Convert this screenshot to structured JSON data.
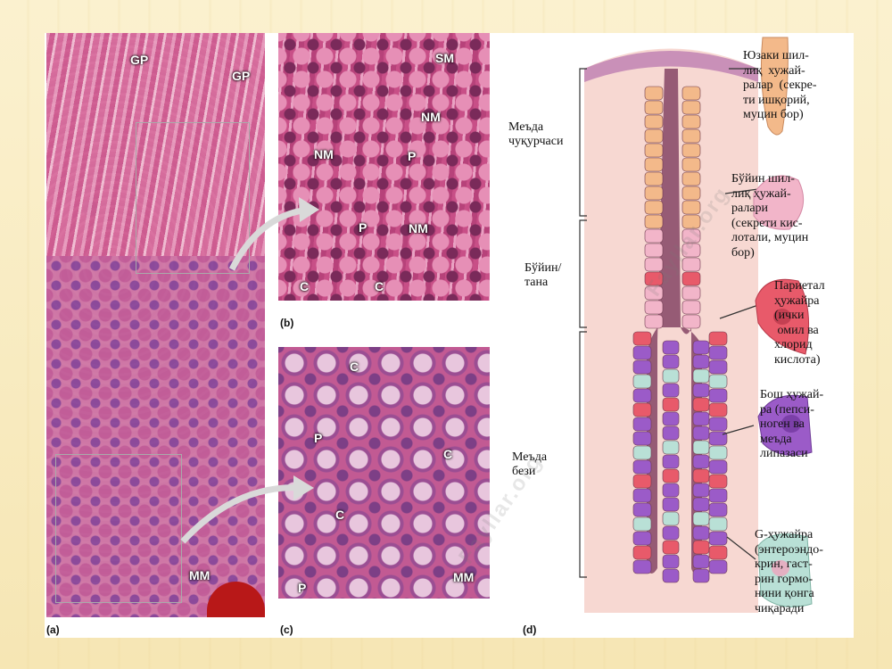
{
  "panels": {
    "a": {
      "caption": "(a)",
      "labels": [
        "GP",
        "GP",
        "MM"
      ]
    },
    "b": {
      "caption": "(b)",
      "labels": [
        "SM",
        "NM",
        "NM",
        "P",
        "P",
        "NM",
        "C",
        "C"
      ]
    },
    "c": {
      "caption": "(c)",
      "labels": [
        "C",
        "P",
        "C",
        "C",
        "MM",
        "P"
      ]
    },
    "d": {
      "caption": "(d)",
      "regions": {
        "pit": "Меъда\nчуқурчаси",
        "neck": "Бўйин/\nтана",
        "gland": "Меъда\nбези"
      },
      "cells": [
        {
          "name": "surface-mucous-cell",
          "text": "Юзаки шил-\nлиқ  хужай-\nралар  (секре-\nти ишқорий,\nмуцин бор)",
          "color": "#f3b98a"
        },
        {
          "name": "mucous-neck-cell",
          "text": "Бўйин шил-\nлиқ ҳужай-\nралари\n(секрети кис-\nлотали, муцин\nбор)",
          "color": "#f2b5c9"
        },
        {
          "name": "parietal-cell",
          "text": "Париетал\nҳужайра\n(ички\n омил ва\nхлорид\nкислота)",
          "color": "#e85a6a"
        },
        {
          "name": "chief-cell",
          "text": "Бош ҳужай-\nра (пепси-\nноген ва\nмеъда\nлипазаси",
          "color": "#9b5bc8"
        },
        {
          "name": "g-cell",
          "text": "G-ҳужайра\n(энтероэндо-\nкрин, гаст-\nрин гормо-\nнини қонга\nчиқаради",
          "color": "#b9e0d6"
        }
      ]
    }
  },
  "watermark": "Fayllar.org"
}
